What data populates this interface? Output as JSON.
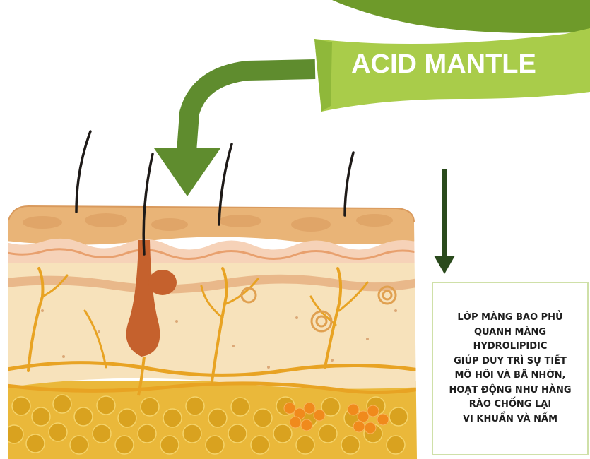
{
  "banner": {
    "label": "ACID MANTLE"
  },
  "caption": {
    "lines": [
      "LỚP MÀNG BAO PHỦ",
      "QUANH MÀNG",
      "HYDROLIPIDIC",
      "GIÚP DUY TRÌ SỰ TIẾT",
      "MÔ HÔI VÀ BÃ NHỜN,",
      "HOẠT ĐỘNG NHƯ HÀNG",
      "RÀO CHỐNG LẠI",
      "VI KHUẨN VÀ NẤM"
    ]
  },
  "colors": {
    "banner_green": "#a9cc4a",
    "banner_dark_green": "#6e9a2a",
    "arrow_green": "#5f8c2e",
    "dark_arrow": "#2a4a1c",
    "epidermis": "#e9b477",
    "dermis": "#f7e2bb",
    "fat": "#e8b531",
    "vessel": "#e8a323",
    "follicle": "#c5612d"
  },
  "icons": [
    "curved-arrow-icon",
    "down-arrow-icon"
  ]
}
